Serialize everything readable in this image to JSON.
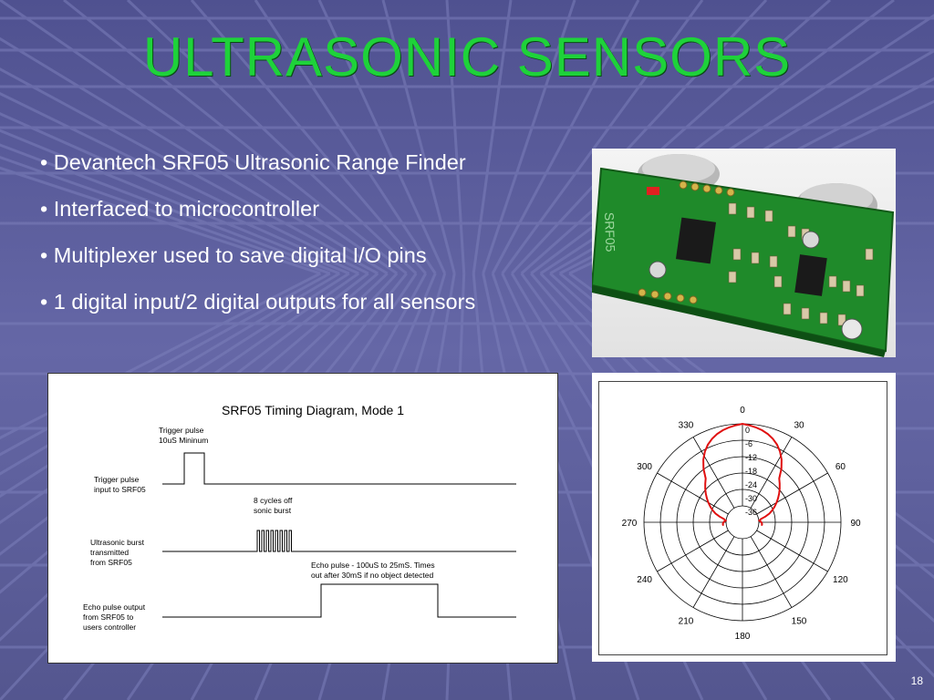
{
  "slide": {
    "title": "ULTRASONIC SENSORS",
    "bullets": [
      "• Devantech SRF05 Ultrasonic Range Finder",
      "• Interfaced to microcontroller",
      "• Multiplexer used to save digital I/O pins",
      "• 1 digital input/2 digital outputs for all sensors"
    ],
    "page_number": "18"
  },
  "photo": {
    "board_label": "SRF05",
    "pcb_color": "#1f8a2a"
  },
  "timing_diagram": {
    "title": "SRF05 Timing Diagram, Mode 1",
    "rows": [
      {
        "label": [
          "Trigger pulse",
          "input to SRF05"
        ]
      },
      {
        "label": [
          "Ultrasonic burst",
          "transmitted",
          "from SRF05"
        ]
      },
      {
        "label": [
          "Echo pulse output",
          "from SRF05 to",
          "users controller"
        ]
      }
    ],
    "annotations": [
      [
        "Trigger pulse",
        "10uS Mininum"
      ],
      [
        "8 cycles off",
        "sonic burst"
      ],
      [
        "Echo pulse - 100uS to 25mS. Times",
        "out after 30mS if no object detected"
      ]
    ]
  },
  "polar_chart": {
    "angle_labels": [
      "0",
      "30",
      "60",
      "90",
      "120",
      "150",
      "180",
      "210",
      "240",
      "270",
      "300",
      "330"
    ],
    "radial_labels": [
      "0",
      "-6",
      "-12",
      "-18",
      "-24",
      "-30",
      "-36"
    ],
    "pattern_color": "#e01010"
  }
}
